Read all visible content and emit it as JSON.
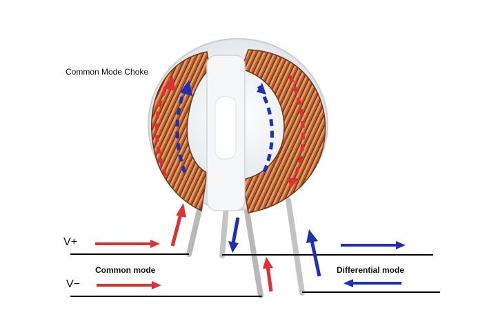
{
  "title": "Common Mode Choke",
  "labels": {
    "v_plus": "V+",
    "v_minus": "V−",
    "common_mode": "Common mode",
    "differential_mode": "Differential mode"
  },
  "colors": {
    "common_mode_arrow": "#e03131",
    "differential_mode_arrow": "#1e2fb8",
    "copper_wire": "#c8733d",
    "core": "#eef1f4",
    "conductor_line": "#000000",
    "lead_wire": "#b8b8b8"
  }
}
